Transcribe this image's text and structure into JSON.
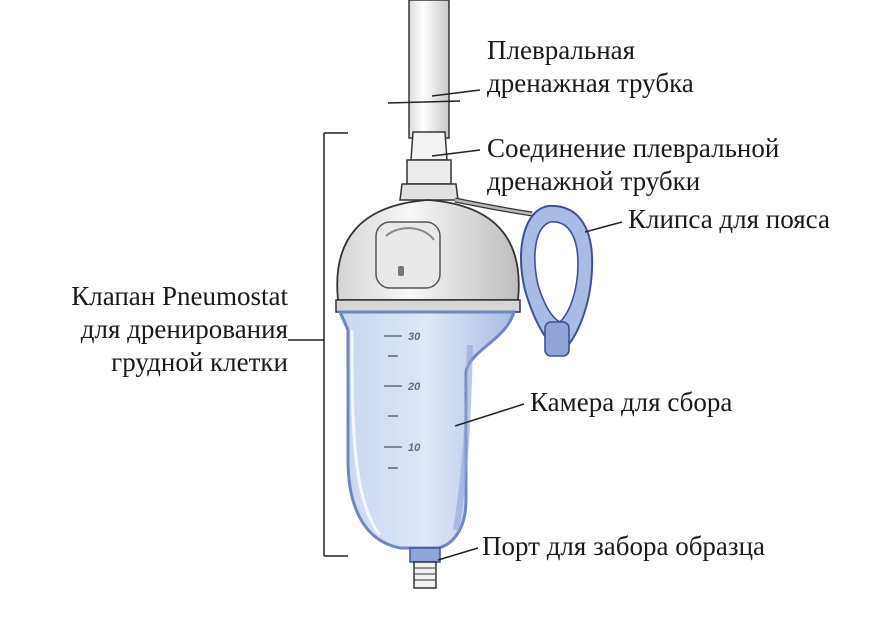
{
  "labels": {
    "pleural_tube": [
      "Плевральная",
      "дренажная трубка"
    ],
    "tube_connector": [
      "Соединение плевральной",
      "дренажной трубки"
    ],
    "belt_clip": [
      "Клипса для пояса"
    ],
    "valve": [
      "Клапан Pneumostat",
      "для дренирования",
      "грудной клетки"
    ],
    "collection_chamber": [
      "Камера для сбора"
    ],
    "sample_port": [
      "Порт для забора образца"
    ]
  },
  "scale_marks": [
    "30",
    "20",
    "10"
  ],
  "colors": {
    "chamber_blue": "#b8c8ea",
    "chamber_edge": "#6f86c0",
    "line": "#222222"
  }
}
